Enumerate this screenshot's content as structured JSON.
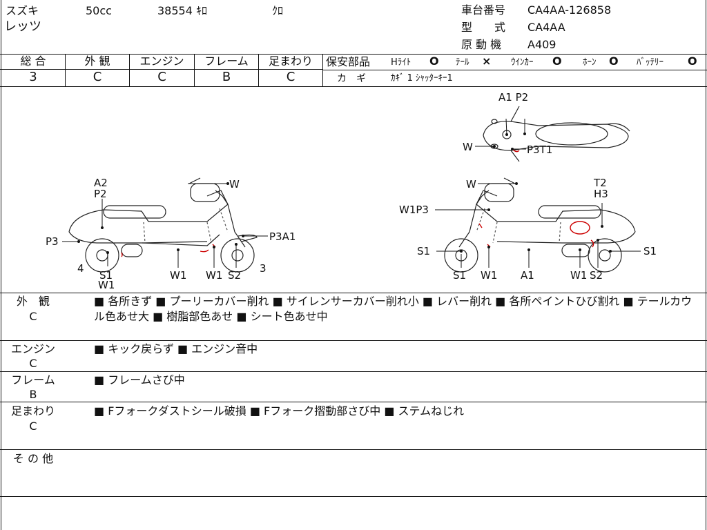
{
  "header": {
    "maker": "スズキ",
    "displacement": "50cc",
    "mileage": "38554 ｷﾛ",
    "color": "ｸﾛ",
    "model_name": "レッツ",
    "frame_no_label": "車台番号",
    "frame_no": "CA4AA-126858",
    "type_label": "型　　式",
    "type_value": "CA4AA",
    "engine_label": "原 動 機",
    "engine_value": "A409"
  },
  "grades": [
    {
      "label": "総 合",
      "value": "3"
    },
    {
      "label": "外 観",
      "value": "C"
    },
    {
      "label": "エンジン",
      "value": "C"
    },
    {
      "label": "フレーム",
      "value": "B"
    },
    {
      "label": "足まわり",
      "value": "C"
    }
  ],
  "safety": {
    "label": "保安部品",
    "items": [
      {
        "name": "Hﾗｲﾄ",
        "mark": "O"
      },
      {
        "name": "ﾃｰﾙ",
        "mark": "×"
      },
      {
        "name": "ｳｲﾝｶｰ",
        "mark": "O"
      },
      {
        "name": "ﾎｰﾝ",
        "mark": "O"
      },
      {
        "name": "ﾊﾞｯﾃﾘｰ",
        "mark": "O"
      }
    ],
    "key_label": "カ　ギ",
    "key_value": "ｶｷﾞ 1 ｼｬｯﾀｰｷｰ1"
  },
  "diagram_labels": {
    "top_A1P2": "A1 P2",
    "top_W": "W",
    "top_P3T1": "P3T1",
    "left_A2": "A2",
    "left_P2": "P2",
    "left_W": "W",
    "left_P3": "P3",
    "left_P3A1": "P3A1",
    "left_4": "4",
    "left_S1": "S1",
    "left_W1a": "W1",
    "left_W1b": "W1",
    "left_W1c": "W1",
    "left_S2": "S2",
    "left_3": "3",
    "right_W": "W",
    "right_T2": "T2",
    "right_H3": "H3",
    "right_W1P3": "W1P3",
    "right_S1a": "S1",
    "right_S1b": "S1",
    "right_S1c": "S1",
    "right_W1a": "W1",
    "right_A1": "A1",
    "right_W1b": "W1",
    "right_S2": "S2"
  },
  "sections": [
    {
      "label": "外　観",
      "grade": "C",
      "text": "■ 各所きず ■ プーリーカバー削れ ■ サイレンサーカバー削れ小 ■ レバー削れ ■ 各所ペイントひび割れ ■ テールカウル色あせ大 ■ 樹脂部色あせ ■ シート色あせ中"
    },
    {
      "label": "エンジン",
      "grade": "C",
      "text": "■ キック戻らず ■ エンジン音中"
    },
    {
      "label": "フレーム",
      "grade": "B",
      "text": "■ フレームさび中"
    },
    {
      "label": "足まわり",
      "grade": "C",
      "text": "■ Fフォークダストシール破損 ■ Fフォーク摺動部さび中 ■ ステムねじれ"
    },
    {
      "label": "そ の 他",
      "grade": "",
      "text": ""
    }
  ]
}
